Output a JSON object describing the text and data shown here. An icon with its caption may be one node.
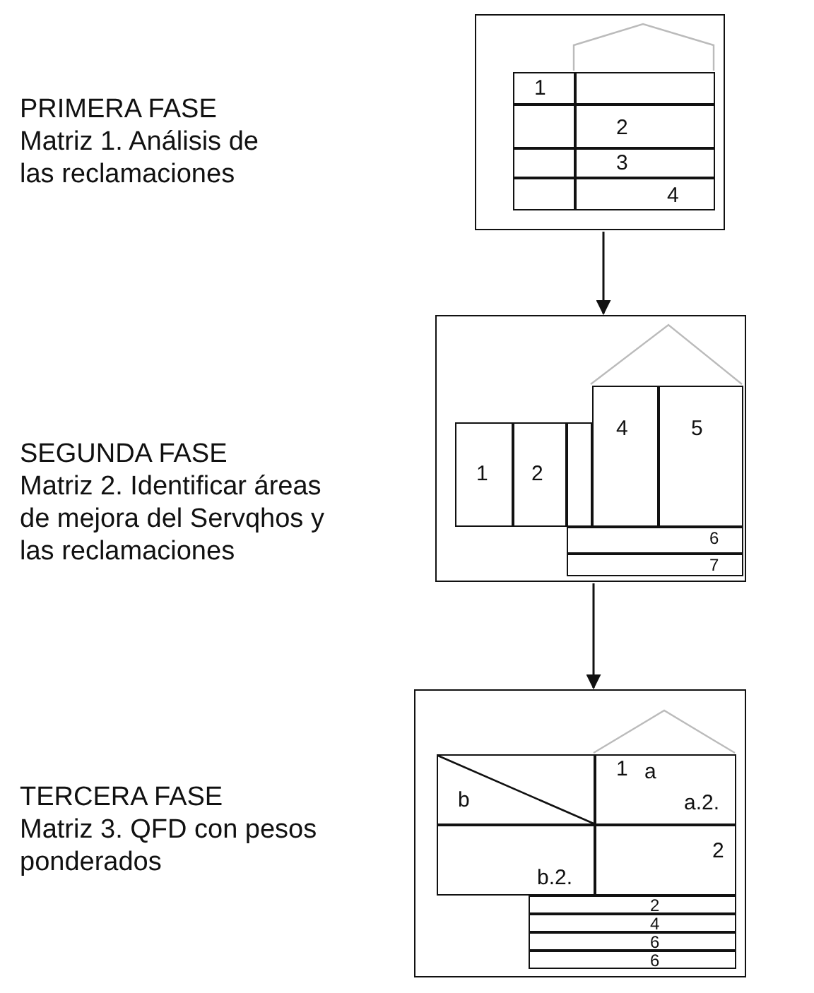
{
  "diagram": {
    "nodes": [
      {
        "text": [],
        "shape": "box",
        "beside": [
          "PRIMERA FASE",
          "Matriz 1. Análisis de las reclamaciones"
        ]
      },
      {
        "text": [
          "1"
        ],
        "in": 0
      },
      {
        "text": [],
        "shape": "box",
        "in": 0
      },
      {
        "text": [],
        "shape": "box",
        "in": 0
      },
      {
        "text": [
          "2"
        ],
        "in": 0
      },
      {
        "text": [],
        "shape": "box",
        "in": 0
      },
      {
        "text": [
          "3"
        ],
        "in": 0
      },
      {
        "text": [],
        "shape": "box",
        "in": 0
      },
      {
        "text": [
          "4"
        ],
        "in": 0
      },
      {
        "text": [],
        "shape": "box",
        "beside": [
          "SEGUNDA FASE",
          "Matriz 2. Identificar áreas de mejora del Servqhos y las reclamaciones"
        ]
      },
      {
        "text": [
          "4"
        ],
        "in": 9
      },
      {
        "text": [
          "5"
        ],
        "in": 9
      },
      {
        "text": [
          "1"
        ],
        "in": 9
      },
      {
        "text": [
          "2"
        ],
        "in": 9
      },
      {
        "text": [],
        "shape": "box",
        "in": 9
      },
      {
        "text": [
          "6"
        ],
        "in": 9
      },
      {
        "text": [
          "7"
        ],
        "in": 9
      },
      {
        "text": [],
        "shape": "box",
        "beside": [
          "TERCERA FASE",
          "Matriz 3. QFD con pesos ponderados"
        ]
      },
      {
        "text": [
          "b"
        ],
        "in": 17
      },
      {
        "text": [
          "1",
          "a",
          "a.2."
        ],
        "in": 17
      },
      {
        "text": [
          "b.2."
        ],
        "in": 17
      },
      {
        "text": [
          "2"
        ],
        "in": 17
      },
      {
        "text": [
          "2"
        ],
        "in": 17
      },
      {
        "text": [
          "4"
        ],
        "in": 17
      },
      {
        "text": [
          "6"
        ],
        "in": 17
      },
      {
        "text": [
          "6"
        ],
        "in": 17
      }
    ],
    "edges": [
      {
        "from": 0,
        "to": 9,
        "arrow": "to"
      },
      {
        "from": 9,
        "to": 17,
        "arrow": "to"
      }
    ]
  }
}
